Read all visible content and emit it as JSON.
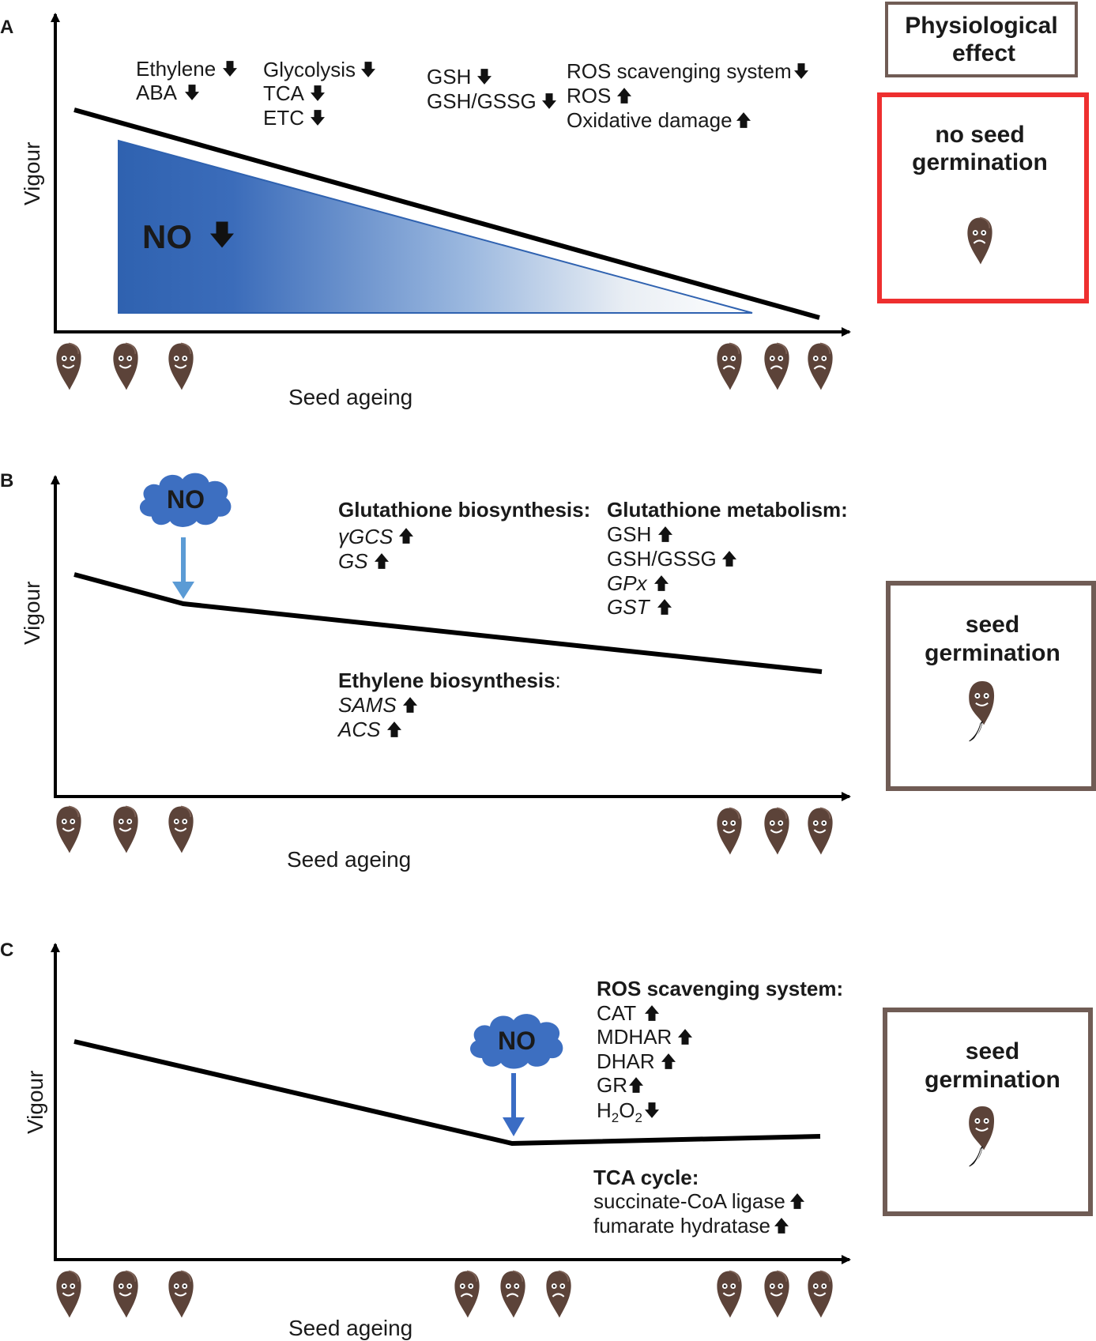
{
  "header": {
    "title": "Physiological effect"
  },
  "panels": {
    "A": {
      "letter": "A",
      "ylabel": "Vigour",
      "xlabel": "Seed ageing",
      "no_label": "NO",
      "notes": {
        "ethylene": "Ethylene",
        "aba": "ABA",
        "glycolysis": "Glycolysis",
        "tca": "TCA",
        "etc": "ETC",
        "gsh": "GSH",
        "gsh_gssg": "GSH/GSSG",
        "ros_scav": "ROS scavenging system",
        "ros": "ROS",
        "oxidative": "Oxidative damage"
      },
      "effect": {
        "line1": "no seed",
        "line2": "germination"
      }
    },
    "B": {
      "letter": "B",
      "ylabel": "Vigour",
      "xlabel": "Seed ageing",
      "cloud_label": "NO",
      "glut_biosynth": {
        "title": "Glutathione biosynthesis:",
        "items": [
          "γGCS",
          "GS"
        ]
      },
      "glut_metab": {
        "title": "Glutathione metabolism:",
        "items": [
          "GSH",
          "GSH/GSSG",
          "GPx",
          "GST"
        ]
      },
      "eth_biosynth": {
        "title": "Ethylene biosynthesis",
        "colon": ":",
        "items": [
          "SAMS",
          "ACS"
        ]
      },
      "effect": {
        "line1": "seed",
        "line2": "germination"
      }
    },
    "C": {
      "letter": "C",
      "ylabel": "Vigour",
      "xlabel": "Seed ageing",
      "cloud_label": "NO",
      "ros": {
        "title": "ROS scavenging system:",
        "items": [
          "CAT",
          "MDHAR",
          "DHAR",
          "GR"
        ]
      },
      "h2o2": {
        "h": "H",
        "sub1": "2",
        "o": "O",
        "sub2": "2"
      },
      "tca": {
        "title": "TCA cycle:",
        "items": [
          "succinate-CoA ligase",
          "fumarate hydratase"
        ]
      },
      "effect": {
        "line1": "seed",
        "line2": "germination"
      }
    }
  },
  "colors": {
    "no_gradient_dark": "#2f62b0",
    "no_gradient_light": "#ffffff",
    "cloud": "#3d6fc1",
    "arrow_b": "#5b9bd5",
    "arrow_c": "#3a6cc4",
    "box_brown": "#705c55",
    "box_red": "#ee2f2f",
    "seed": "#5c4339"
  }
}
